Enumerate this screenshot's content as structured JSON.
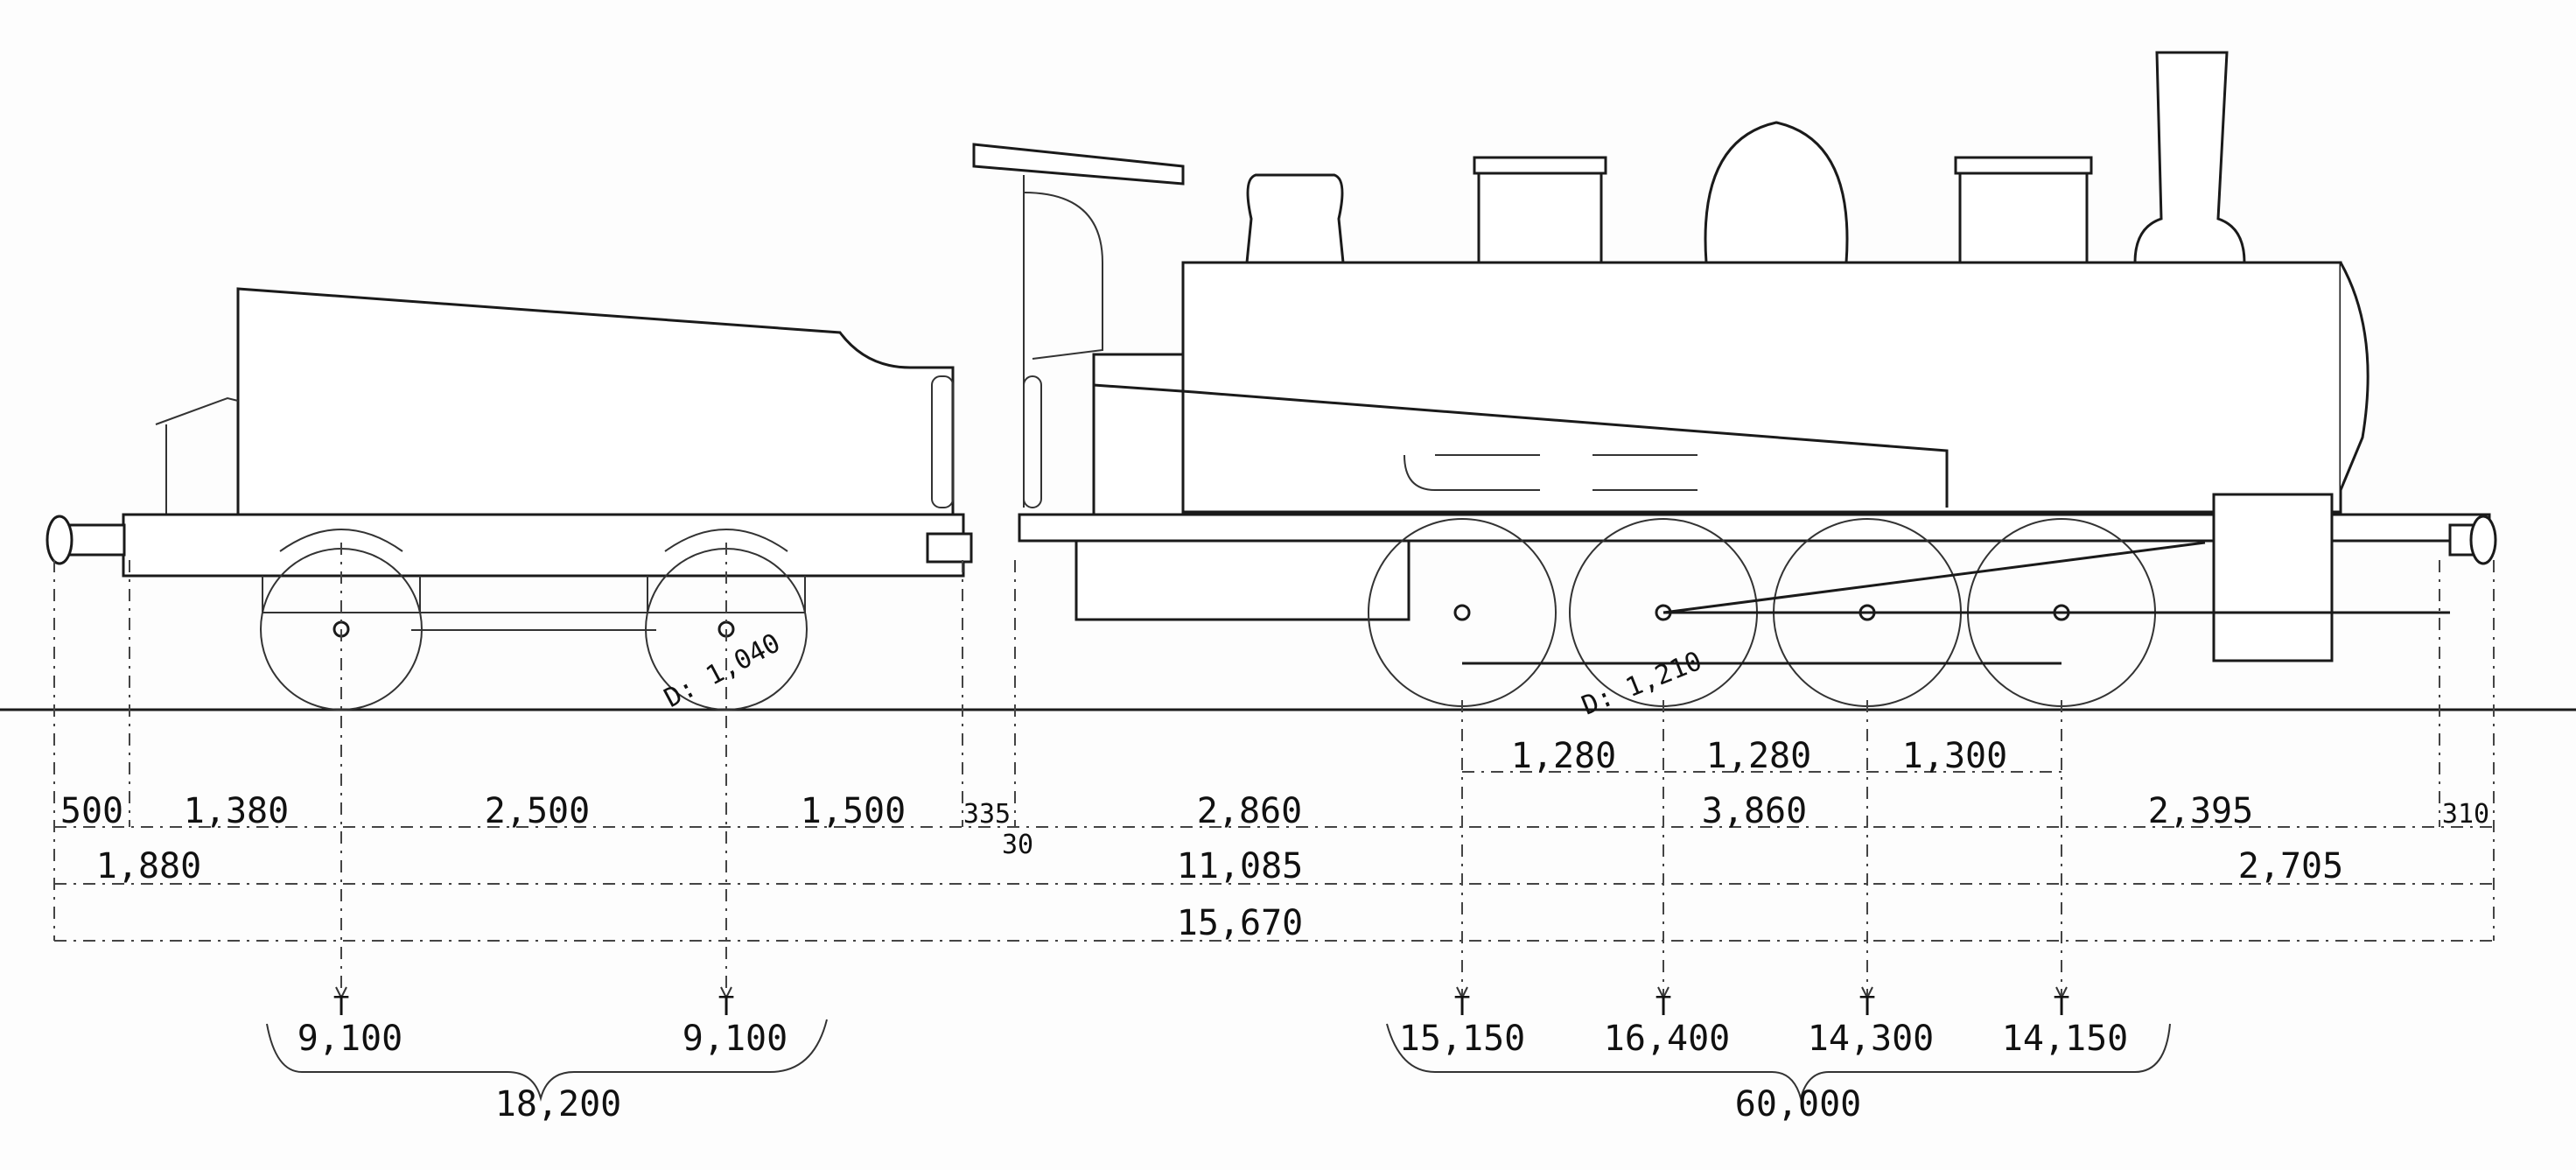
{
  "wheel_labels": {
    "tender": "D: 1,040",
    "engine": "D: 1,210"
  },
  "dimensions": {
    "row_spacing": [
      "1,280",
      "1,280",
      "1,300"
    ],
    "row1": {
      "d500": "500",
      "d1380": "1,380",
      "d2500": "2,500",
      "d1500": "1,500",
      "d335": "335",
      "d30": "30",
      "d2860": "2,860",
      "d3860": "3,860",
      "d2395": "2,395",
      "d310": "310"
    },
    "row2": {
      "d1880": "1,880",
      "d11085": "11,085",
      "d2705": "2,705"
    },
    "row3": {
      "d15670": "15,670"
    }
  },
  "axle_loads": {
    "tender": [
      "9,100",
      "9,100"
    ],
    "tender_total": "18,200",
    "engine": [
      "15,150",
      "16,400",
      "14,300",
      "14,150"
    ],
    "engine_total": "60,000",
    "unit_mark": "T"
  }
}
